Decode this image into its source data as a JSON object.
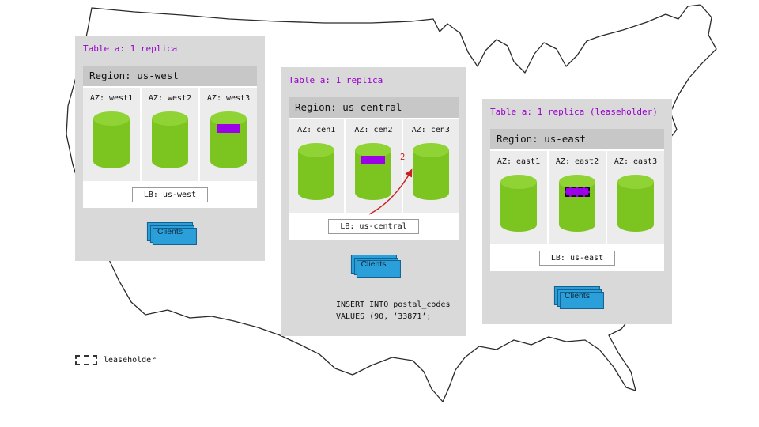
{
  "panels": {
    "west": {
      "title": "Table a: 1 replica",
      "region": "Region: us-west",
      "azs": [
        "AZ: west1",
        "AZ: west2",
        "AZ: west3"
      ],
      "lb": "LB: us-west",
      "clients_label": "Clients",
      "replica_az": "west3",
      "leaseholder": false
    },
    "central": {
      "title": "Table a: 1 replica",
      "region": "Region: us-central",
      "azs": [
        "AZ: cen1",
        "AZ: cen2",
        "AZ: cen3"
      ],
      "lb": "LB: us-central",
      "clients_label": "Clients",
      "replica_az": "cen2",
      "leaseholder": false,
      "arrow_label": "2",
      "sql": [
        "INSERT INTO postal_codes",
        "VALUES (90, ‘33871’;"
      ]
    },
    "east": {
      "title": "Table a: 1 replica (leaseholder)",
      "region": "Region: us-east",
      "azs": [
        "AZ: east1",
        "AZ: east2",
        "AZ: east3"
      ],
      "lb": "LB: us-east",
      "clients_label": "Clients",
      "replica_az": "east2",
      "leaseholder": true
    }
  },
  "legend": {
    "label": "leaseholder"
  },
  "colors": {
    "title_purple": "#9900cc",
    "replica_purple": "#9b00e8",
    "cylinder_green": "#7cc521",
    "clients_blue": "#2b9fd9",
    "arrow_red": "#cc2020",
    "panel_gray": "#d9d9d9",
    "region_bar_gray": "#c7c7c7"
  }
}
